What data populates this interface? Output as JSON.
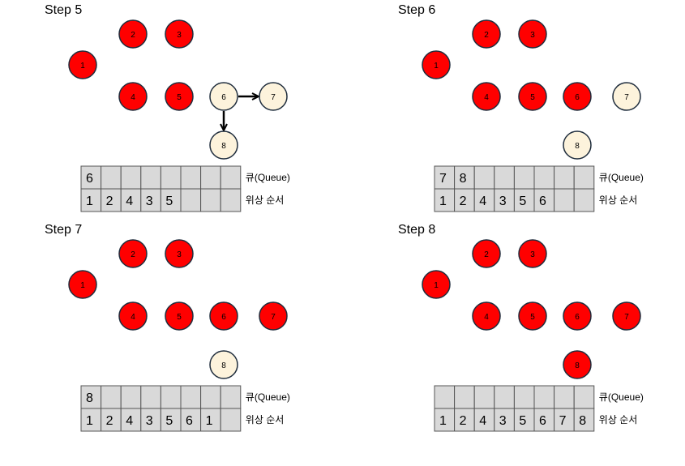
{
  "colors": {
    "visited": "#ff0000",
    "pending": "#fdf3dc",
    "stroke": "#1f2d3d",
    "cell_fill": "#d9d9d9",
    "arrow": "#000000"
  },
  "labels": {
    "queue": "큐(Queue)",
    "order": "위상 순서"
  },
  "steps": [
    {
      "title": "Step 5",
      "nodes": {
        "1": {
          "label": "1",
          "state": "visited"
        },
        "2": {
          "label": "2",
          "state": "visited"
        },
        "3": {
          "label": "3",
          "state": "visited"
        },
        "4": {
          "label": "4",
          "state": "visited"
        },
        "5": {
          "label": "5",
          "state": "visited"
        },
        "6": {
          "label": "6",
          "state": "pending"
        },
        "7": {
          "label": "7",
          "state": "pending"
        },
        "8": {
          "label": "8",
          "state": "pending"
        }
      },
      "hidden_nodes": [],
      "edges": [
        [
          "6",
          "7"
        ],
        [
          "6",
          "8"
        ]
      ],
      "queue": [
        "6"
      ],
      "order": [
        "1",
        "2",
        "4",
        "3",
        "5"
      ]
    },
    {
      "title": "Step 6",
      "nodes": {
        "1": {
          "label": "1",
          "state": "visited"
        },
        "2": {
          "label": "2",
          "state": "visited"
        },
        "3": {
          "label": "3",
          "state": "visited"
        },
        "4": {
          "label": "4",
          "state": "visited"
        },
        "5": {
          "label": "5",
          "state": "visited"
        },
        "6": {
          "label": "6",
          "state": "visited"
        },
        "7": {
          "label": "7",
          "state": "pending"
        },
        "8": {
          "label": "8",
          "state": "pending"
        }
      },
      "edges": [],
      "queue": [
        "7",
        "8"
      ],
      "order": [
        "1",
        "2",
        "4",
        "3",
        "5",
        "6"
      ]
    },
    {
      "title": "Step 7",
      "nodes": {
        "1": {
          "label": "1",
          "state": "visited"
        },
        "2": {
          "label": "2",
          "state": "visited"
        },
        "3": {
          "label": "3",
          "state": "visited"
        },
        "4": {
          "label": "4",
          "state": "visited"
        },
        "5": {
          "label": "5",
          "state": "visited"
        },
        "6": {
          "label": "6",
          "state": "visited"
        },
        "7": {
          "label": "7",
          "state": "visited"
        },
        "8": {
          "label": "8",
          "state": "pending"
        }
      },
      "edges": [],
      "queue": [
        "8"
      ],
      "order": [
        "1",
        "2",
        "4",
        "3",
        "5",
        "6",
        "1"
      ]
    },
    {
      "title": "Step 8",
      "nodes": {
        "1": {
          "label": "1",
          "state": "visited"
        },
        "2": {
          "label": "2",
          "state": "visited"
        },
        "3": {
          "label": "3",
          "state": "visited"
        },
        "4": {
          "label": "4",
          "state": "visited"
        },
        "5": {
          "label": "5",
          "state": "visited"
        },
        "6": {
          "label": "6",
          "state": "visited"
        },
        "7": {
          "label": "7",
          "state": "visited"
        },
        "8": {
          "label": "8",
          "state": "visited"
        }
      },
      "edges": [],
      "queue": [],
      "order": [
        "1",
        "2",
        "4",
        "3",
        "5",
        "6",
        "7",
        "8"
      ]
    }
  ]
}
